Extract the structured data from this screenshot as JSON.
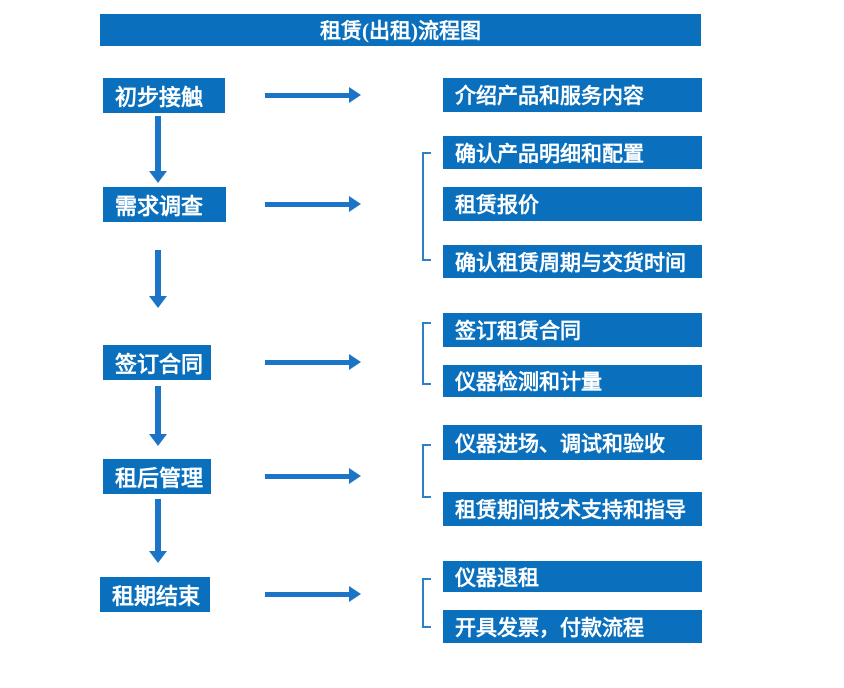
{
  "title": "租赁(出租)流程图",
  "colors": {
    "box_blue": "#0a6fbd",
    "arrow_blue": "#1b74c5",
    "bracket_blue": "#2f7fc8",
    "text_white": "#ffffff",
    "background": "#ffffff"
  },
  "stages": [
    {
      "label": "初步接触",
      "details": [
        "介绍产品和服务内容"
      ]
    },
    {
      "label": "需求调查",
      "details": [
        "确认产品明细和配置",
        "租赁报价",
        "确认租赁周期与交货时间"
      ]
    },
    {
      "label": "签订合同",
      "details": [
        "签订租赁合同",
        "仪器检测和计量"
      ]
    },
    {
      "label": "租后管理",
      "details": [
        "仪器进场、调试和验收",
        "租赁期间技术支持和指导"
      ]
    },
    {
      "label": "租期结束",
      "details": [
        "仪器退租",
        "开具发票，付款流程"
      ]
    }
  ]
}
